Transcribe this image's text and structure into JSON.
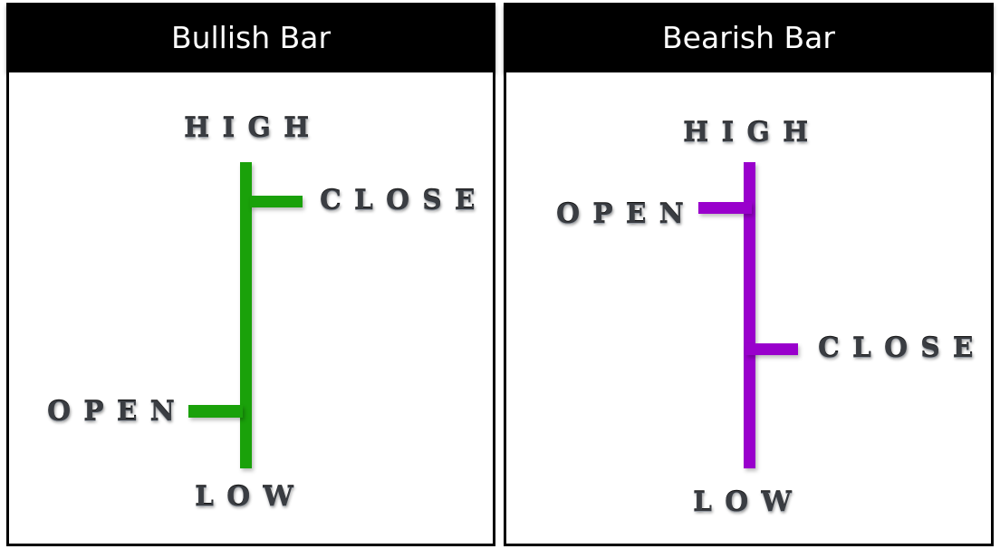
{
  "panels": [
    {
      "title": "Bullish Bar",
      "color": "#1aa10a",
      "labels": {
        "high": "HIGH",
        "close": "CLOSE",
        "open": "OPEN",
        "low": "LOW"
      }
    },
    {
      "title": "Bearish Bar",
      "color": "#9900cc",
      "labels": {
        "high": "HIGH",
        "open": "OPEN",
        "close": "CLOSE",
        "low": "LOW"
      }
    }
  ],
  "chart_data": [
    {
      "type": "ohlc-diagram",
      "title": "Bullish Bar",
      "points": {
        "high": "top",
        "close": "near top (right tick)",
        "open": "near bottom (left tick)",
        "low": "bottom"
      },
      "color": "#1aa10a"
    },
    {
      "type": "ohlc-diagram",
      "title": "Bearish Bar",
      "points": {
        "high": "top",
        "open": "near top (left tick)",
        "close": "lower middle (right tick)",
        "low": "bottom"
      },
      "color": "#9900cc"
    }
  ]
}
